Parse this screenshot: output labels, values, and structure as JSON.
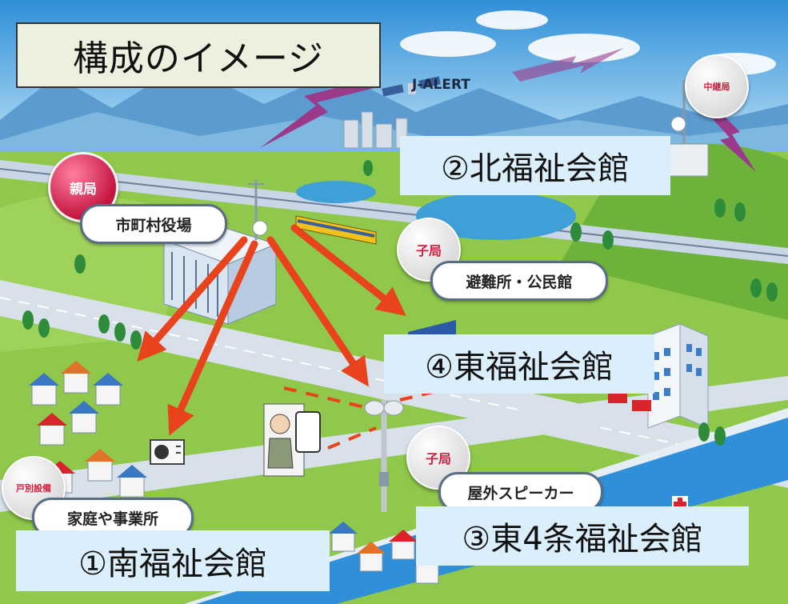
{
  "title": "構成のイメージ",
  "labels": {
    "north": "②北福祉会館",
    "east": "④東福祉会館",
    "east4": "③東4条福祉会館",
    "south": "①南福祉会館"
  },
  "badges": {
    "parent": "親局",
    "child_shelter": "子局",
    "child_speaker": "子局",
    "relay": "中継局",
    "household": "戸別設備"
  },
  "pills": {
    "town_hall": "市町村役場",
    "shelter": "避難所・公民館",
    "speaker": "屋外スピーカー",
    "homes": "家庭や事業所"
  },
  "satellite": "J-ALERT",
  "colors": {
    "title_bg": "#ebf1de",
    "label_bg": "#dbeefb",
    "arrow": "#e8431c",
    "parent_badge": "#c4143f",
    "child_badge_text": "#d21d3e",
    "wave": "#9b3a8a"
  }
}
